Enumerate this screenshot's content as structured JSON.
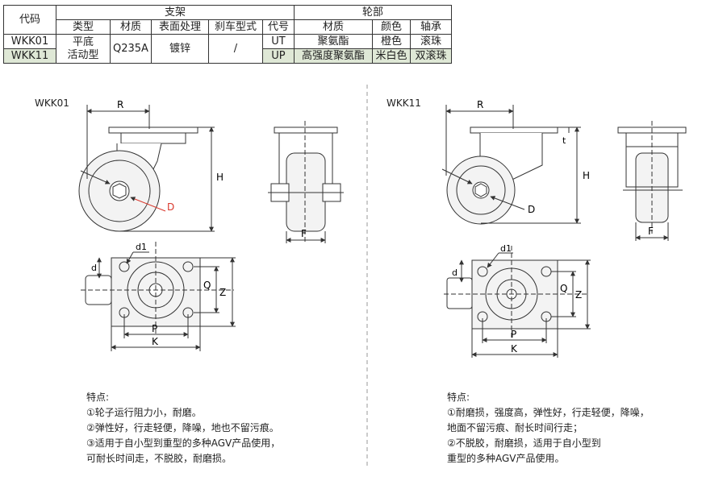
{
  "table": {
    "code_header": "代码",
    "bracket_header": "支架",
    "wheel_header": "轮部",
    "sub": {
      "type": "类型",
      "material": "材质",
      "surface": "表面处理",
      "brake": "刹车型式",
      "wheel_code": "代号",
      "wheel_material": "材质",
      "color": "颜色",
      "bearing": "轴承"
    },
    "rows": [
      {
        "code": "WKK01",
        "wheel_code": "UT",
        "wheel_material": "聚氨酯",
        "color": "橙色",
        "bearing": "滚珠"
      },
      {
        "code": "WKK11",
        "wheel_code": "UP",
        "wheel_material": "高强度聚氨酯",
        "color": "米白色",
        "bearing": "双滚珠"
      }
    ],
    "type_line1": "平底",
    "type_line2": "活动型",
    "material_value": "Q235A",
    "surface_value": "镀锌",
    "brake_value": "/"
  },
  "left": {
    "title": "WKK01",
    "dims": {
      "R": "R",
      "H": "H",
      "D": "D",
      "F": "F",
      "d1": "d1",
      "d": "d",
      "Q": "Q",
      "Z": "Z",
      "P": "P",
      "K": "K"
    },
    "notes_title": "特点:",
    "notes": [
      "①轮子运行阻力小，耐磨。",
      "②弹性好，行走轻便，降噪，地也不留污痕。",
      "③适用于自小型到重型的多种AGV产品使用，",
      "可耐长时间走，不脱胶，耐磨损。"
    ]
  },
  "right": {
    "title": "WKK11",
    "dims": {
      "R": "R",
      "t": "t",
      "H": "H",
      "D": "D",
      "F": "F",
      "d1": "d1",
      "d": "d",
      "Q": "Q",
      "Z": "Z",
      "P": "P",
      "K": "K"
    },
    "notes_title": "特点:",
    "notes": [
      "①耐磨损，强度高，弹性好，行走轻便，降噪，",
      "地面不留污痕、耐长时间行走；",
      "②不脱胶，耐磨损，适用于自小型到",
      "重型的多种AGV产品使用。"
    ]
  },
  "colors": {
    "line": "#333333",
    "accent_red": "#d9372b",
    "row_highlight": "#dfe8d6",
    "fill": "#f3f3f3"
  }
}
